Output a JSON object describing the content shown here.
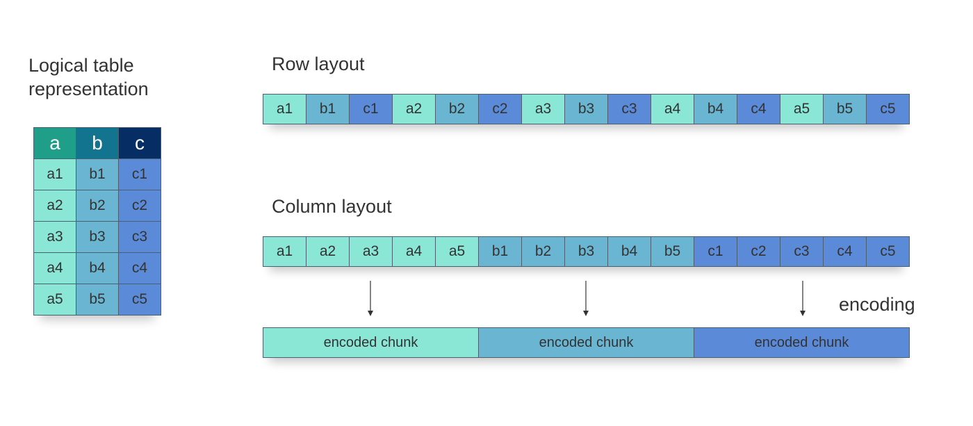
{
  "titles": {
    "logical": [
      "Logical table",
      "representation"
    ],
    "row_layout": "Row layout",
    "column_layout": "Column layout",
    "encoding": "encoding"
  },
  "logical_table": {
    "headers": [
      "a",
      "b",
      "c"
    ],
    "rows": [
      [
        "a1",
        "b1",
        "c1"
      ],
      [
        "a2",
        "b2",
        "c2"
      ],
      [
        "a3",
        "b3",
        "c3"
      ],
      [
        "a4",
        "b4",
        "c4"
      ],
      [
        "a5",
        "b5",
        "c5"
      ]
    ]
  },
  "row_layout_cells": [
    "a1",
    "b1",
    "c1",
    "a2",
    "b2",
    "c2",
    "a3",
    "b3",
    "c3",
    "a4",
    "b4",
    "c4",
    "a5",
    "b5",
    "c5"
  ],
  "column_layout_cells": [
    "a1",
    "a2",
    "a3",
    "a4",
    "a5",
    "b1",
    "b2",
    "b3",
    "b4",
    "b5",
    "c1",
    "c2",
    "c3",
    "c4",
    "c5"
  ],
  "encoded_chunks": [
    "encoded chunk",
    "encoded chunk",
    "encoded chunk"
  ],
  "colors": {
    "header": {
      "a": "#1f9e89",
      "b": "#12748f",
      "c": "#062e64"
    },
    "cell": {
      "a": "#8ae6d5",
      "b": "#6ab6d2",
      "c": "#5a8ad8"
    }
  }
}
